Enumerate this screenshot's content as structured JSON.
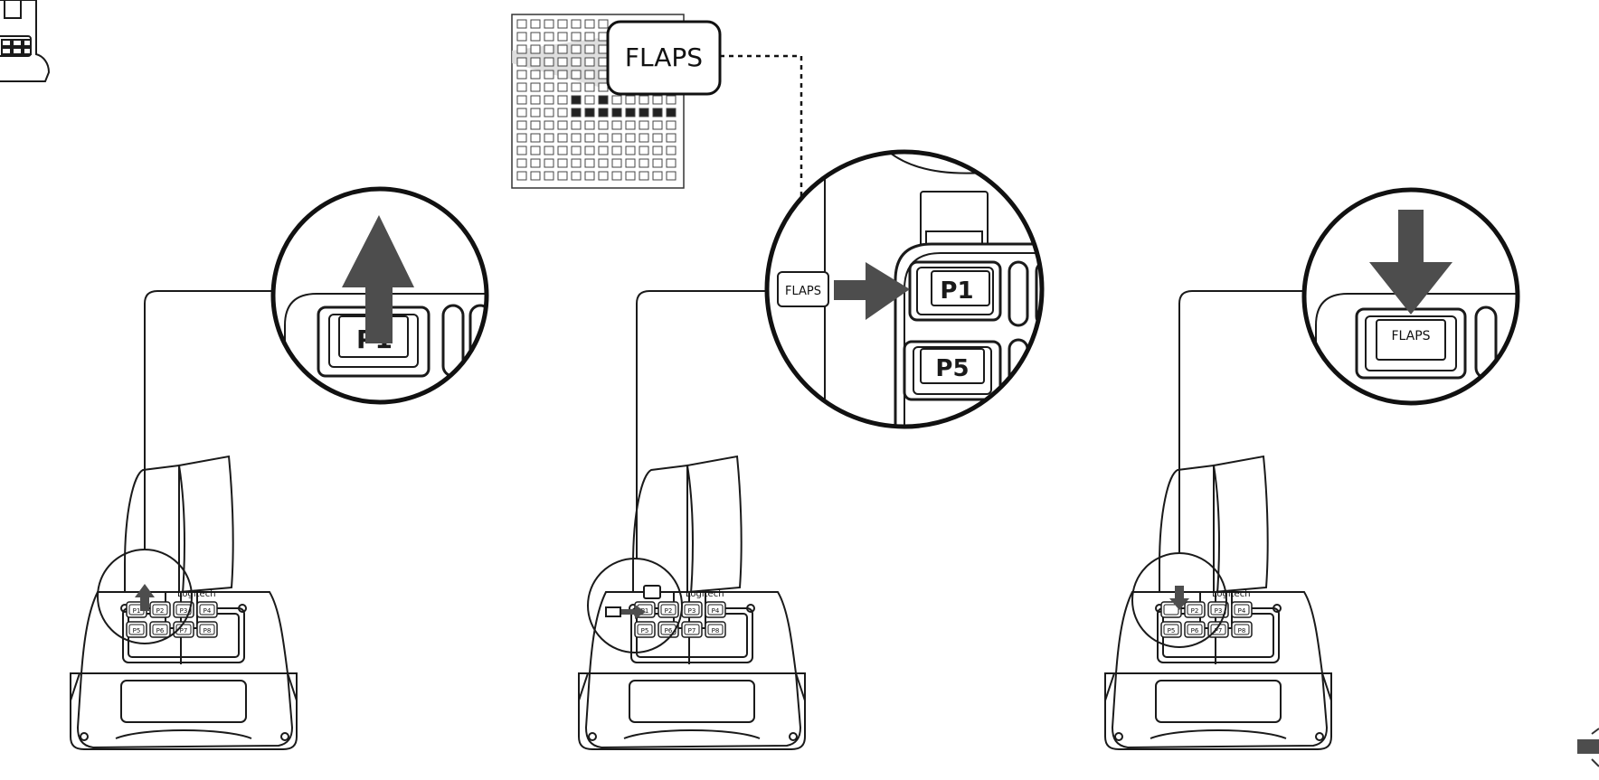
{
  "figure": {
    "brand_label": "Logitech",
    "callout_label": "FLAPS",
    "colors": {
      "line": "#1a1a1a",
      "arrow": "#4d4d4d",
      "background": "#ffffff"
    }
  },
  "panels": [
    {
      "id": "step-1",
      "action_icon": "arrow-up-icon",
      "zoom_key_label": "P1",
      "keys": [
        "P1",
        "P2",
        "P3",
        "P4",
        "P5",
        "P6",
        "P7",
        "P8"
      ]
    },
    {
      "id": "step-2",
      "action_icon": "arrow-right-icon",
      "zoom_top_key_label": "P1",
      "zoom_bottom_key_label": "P5",
      "tag_label": "FLAPS",
      "keys": [
        "P1",
        "P2",
        "P3",
        "P4",
        "P5",
        "P6",
        "P7",
        "P8"
      ]
    },
    {
      "id": "step-3",
      "action_icon": "arrow-down-icon",
      "zoom_key_label": "FLAPS",
      "keys": [
        "",
        "P2",
        "P3",
        "P4",
        "P5",
        "P6",
        "P7",
        "P8"
      ]
    }
  ]
}
